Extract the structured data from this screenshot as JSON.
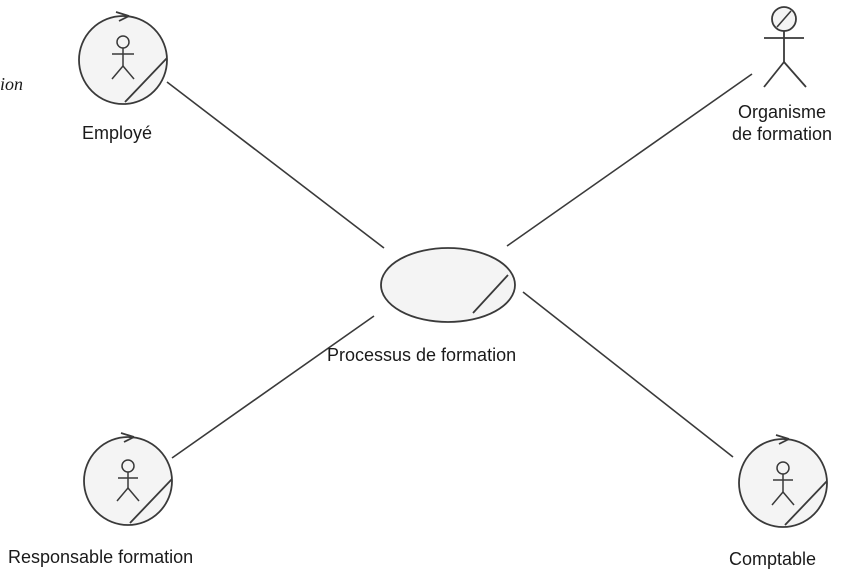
{
  "diagram": {
    "cut_off_text": "ion",
    "use_case": {
      "label": "Processus de formation"
    },
    "actors": {
      "employe": {
        "label": "Employé"
      },
      "organisme": {
        "line1": "Organisme",
        "line2": "de formation"
      },
      "responsable": {
        "label": "Responsable formation"
      },
      "comptable": {
        "label": "Comptable"
      }
    },
    "colors": {
      "stroke": "#3a3a3a",
      "fill": "#f4f4f4"
    }
  }
}
